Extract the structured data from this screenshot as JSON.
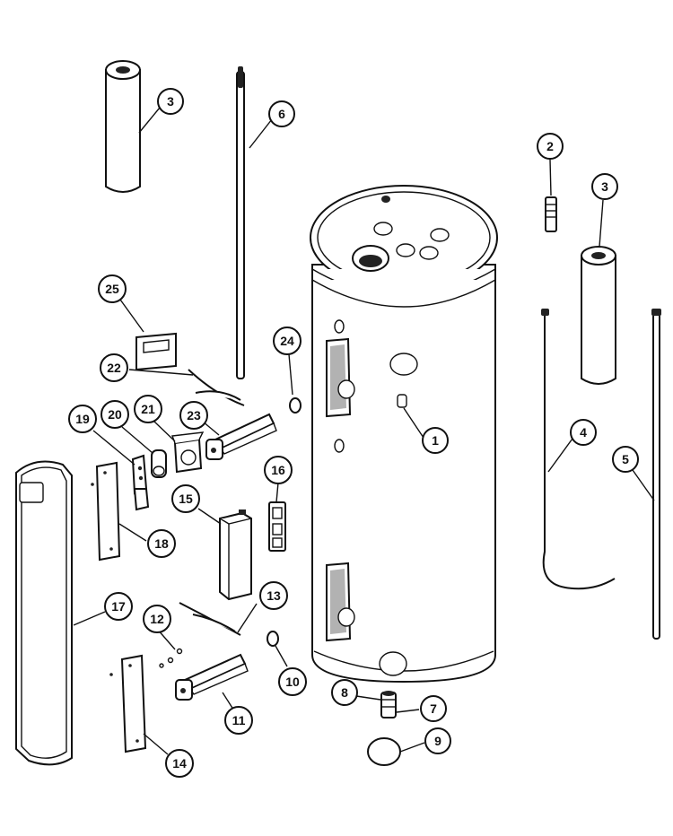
{
  "callouts": [
    {
      "id": "c1",
      "label": "1"
    },
    {
      "id": "c2",
      "label": "2"
    },
    {
      "id": "c3a",
      "label": "3"
    },
    {
      "id": "c3b",
      "label": "3"
    },
    {
      "id": "c4",
      "label": "4"
    },
    {
      "id": "c5",
      "label": "5"
    },
    {
      "id": "c6",
      "label": "6"
    },
    {
      "id": "c7",
      "label": "7"
    },
    {
      "id": "c8",
      "label": "8"
    },
    {
      "id": "c9",
      "label": "9"
    },
    {
      "id": "c10",
      "label": "10"
    },
    {
      "id": "c11",
      "label": "11"
    },
    {
      "id": "c12",
      "label": "12"
    },
    {
      "id": "c13",
      "label": "13"
    },
    {
      "id": "c14",
      "label": "14"
    },
    {
      "id": "c15",
      "label": "15"
    },
    {
      "id": "c16",
      "label": "16"
    },
    {
      "id": "c17",
      "label": "17"
    },
    {
      "id": "c18",
      "label": "18"
    },
    {
      "id": "c19",
      "label": "19"
    },
    {
      "id": "c20",
      "label": "20"
    },
    {
      "id": "c21",
      "label": "21"
    },
    {
      "id": "c22",
      "label": "22"
    },
    {
      "id": "c23",
      "label": "23"
    },
    {
      "id": "c24",
      "label": "24"
    },
    {
      "id": "c25",
      "label": "25"
    }
  ]
}
